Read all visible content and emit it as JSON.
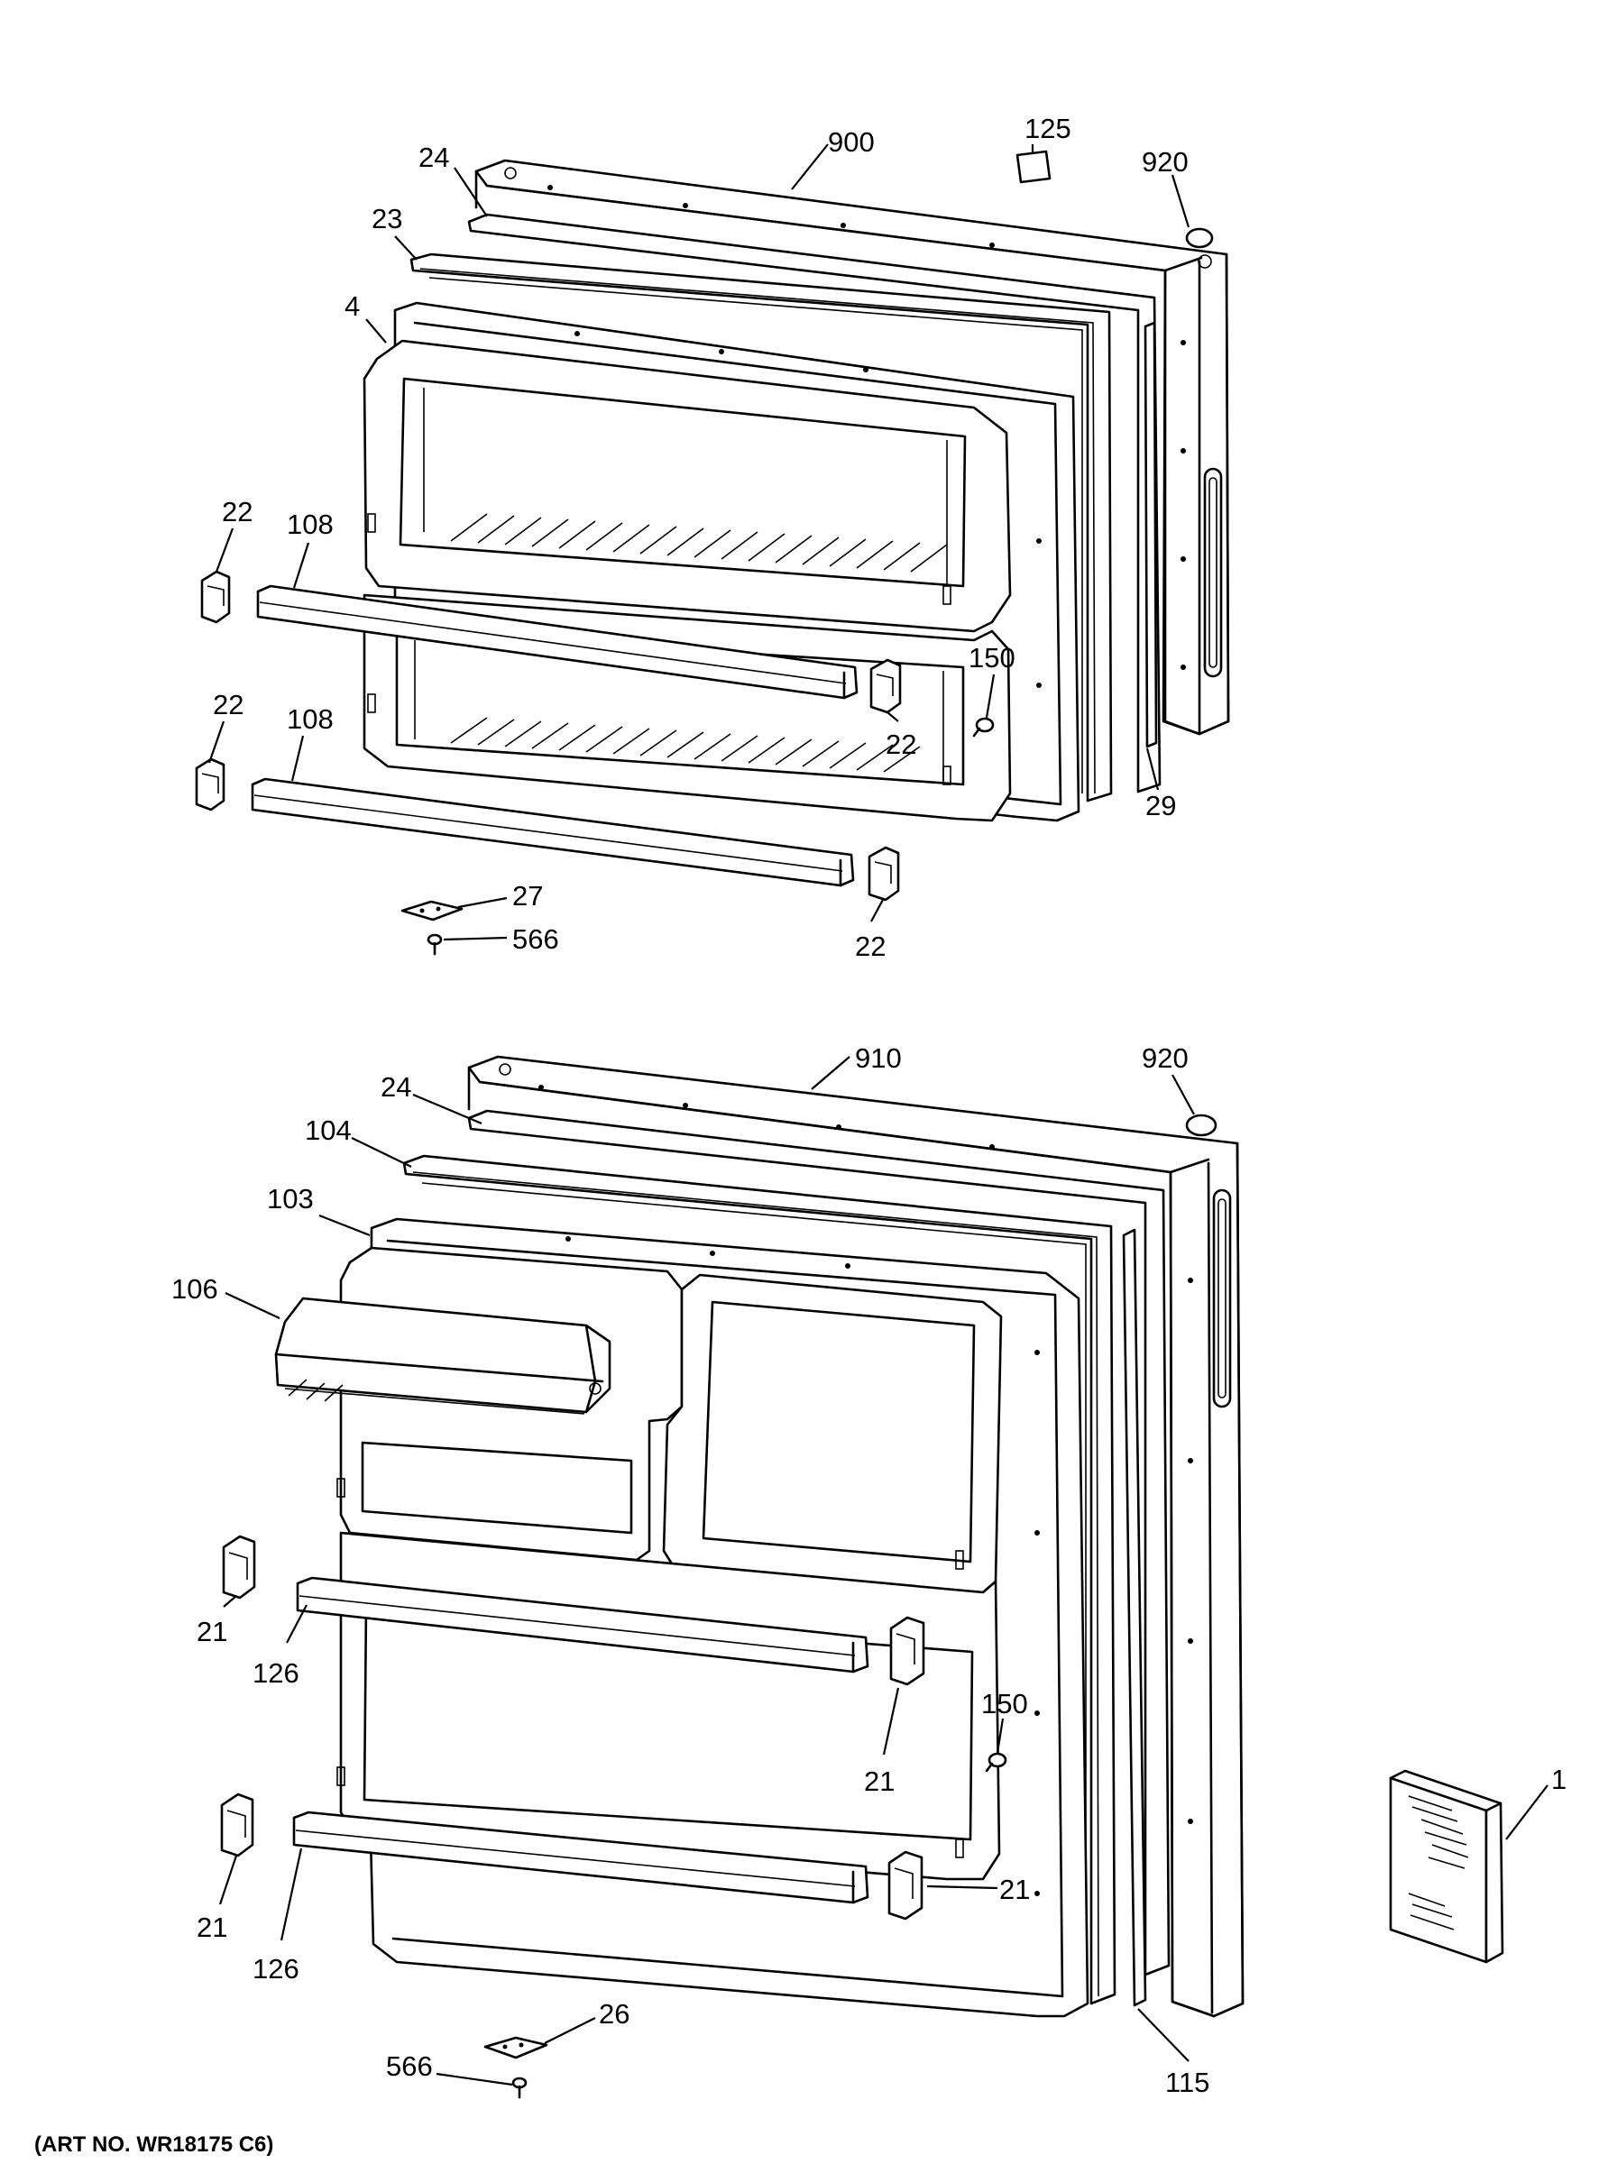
{
  "caption": "(ART NO. WR18175 C6)",
  "freezer_door": {
    "labels": {
      "door_panel": "900",
      "label_125": "125",
      "plug_920": "920",
      "gasket_24": "24",
      "gasket_23": "23",
      "liner_4": "4",
      "cap_left_upper": "22",
      "shelf_upper": "108",
      "cap_left_lower": "22",
      "shelf_lower": "108",
      "screw_150": "150",
      "cap_right_upper": "22",
      "breaker_29": "29",
      "hinge_27": "27",
      "screw_566": "566",
      "cap_right_lower": "22"
    }
  },
  "fresh_food_door": {
    "labels": {
      "door_panel": "910",
      "plug_920": "920",
      "gasket_24": "24",
      "gasket_104": "104",
      "liner_103": "103",
      "dairy_106": "106",
      "cap_left_upper": "21",
      "shelf_upper": "126",
      "cap_right_upper": "21",
      "screw_150": "150",
      "cap_left_lower": "21",
      "shelf_lower": "126",
      "cap_right_lower": "21",
      "breaker_115": "115",
      "hinge_26": "26",
      "screw_566": "566"
    }
  },
  "manual": {
    "label": "1"
  }
}
